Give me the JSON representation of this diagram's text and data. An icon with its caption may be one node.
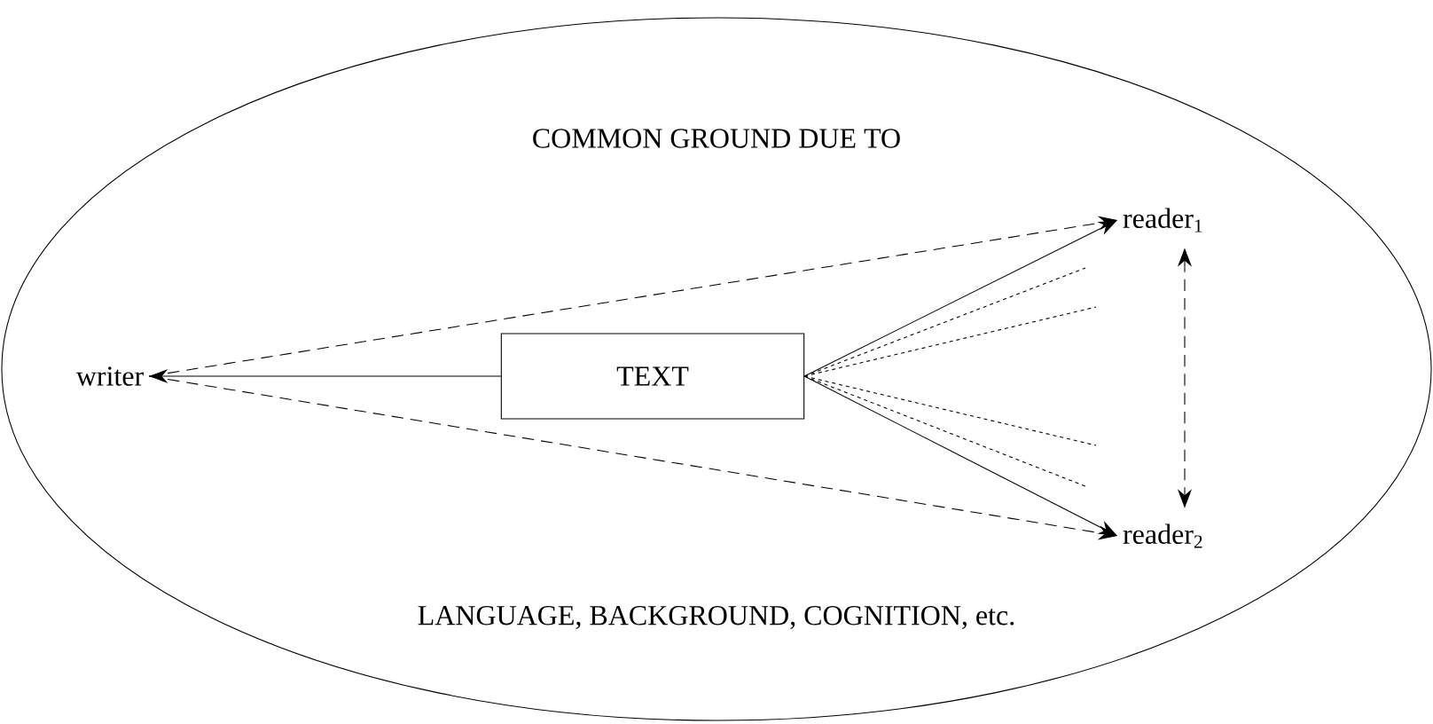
{
  "diagram": {
    "nodes": [
      {
        "text": [
          "COMMON GROUND DUE TO",
          "LANGUAGE, BACKGROUND, COGNITION, etc."
        ]
      },
      {
        "text": [
          "writer"
        ],
        "in": 0
      },
      {
        "text": [
          "TEXT"
        ],
        "in": 0
      },
      {
        "text": [
          "reader$_{1}$"
        ],
        "in": 0
      },
      {
        "text": [
          "reader$_{2}$"
        ],
        "in": 0
      }
    ],
    "edges": [
      {
        "from": 2,
        "to": 1,
        "arrow": "to"
      },
      {
        "from": 1,
        "to": 3,
        "arrow": "to",
        "style": "dashed"
      },
      {
        "from": 1,
        "to": 4,
        "arrow": "to",
        "style": "dashed"
      },
      {
        "from": 2,
        "to": 3,
        "arrow": "to"
      },
      {
        "from": 2,
        "to": 4,
        "arrow": "to"
      },
      {
        "from": 2,
        "to": null,
        "arrow": "none",
        "style": "dashed"
      },
      {
        "from": 2,
        "to": null,
        "arrow": "none",
        "style": "dashed"
      },
      {
        "from": 2,
        "to": null,
        "arrow": "none",
        "style": "dashed"
      },
      {
        "from": 2,
        "to": null,
        "arrow": "none",
        "style": "dashed"
      },
      {
        "from": 3,
        "to": 4,
        "arrow": "both",
        "style": "dashed"
      }
    ]
  }
}
